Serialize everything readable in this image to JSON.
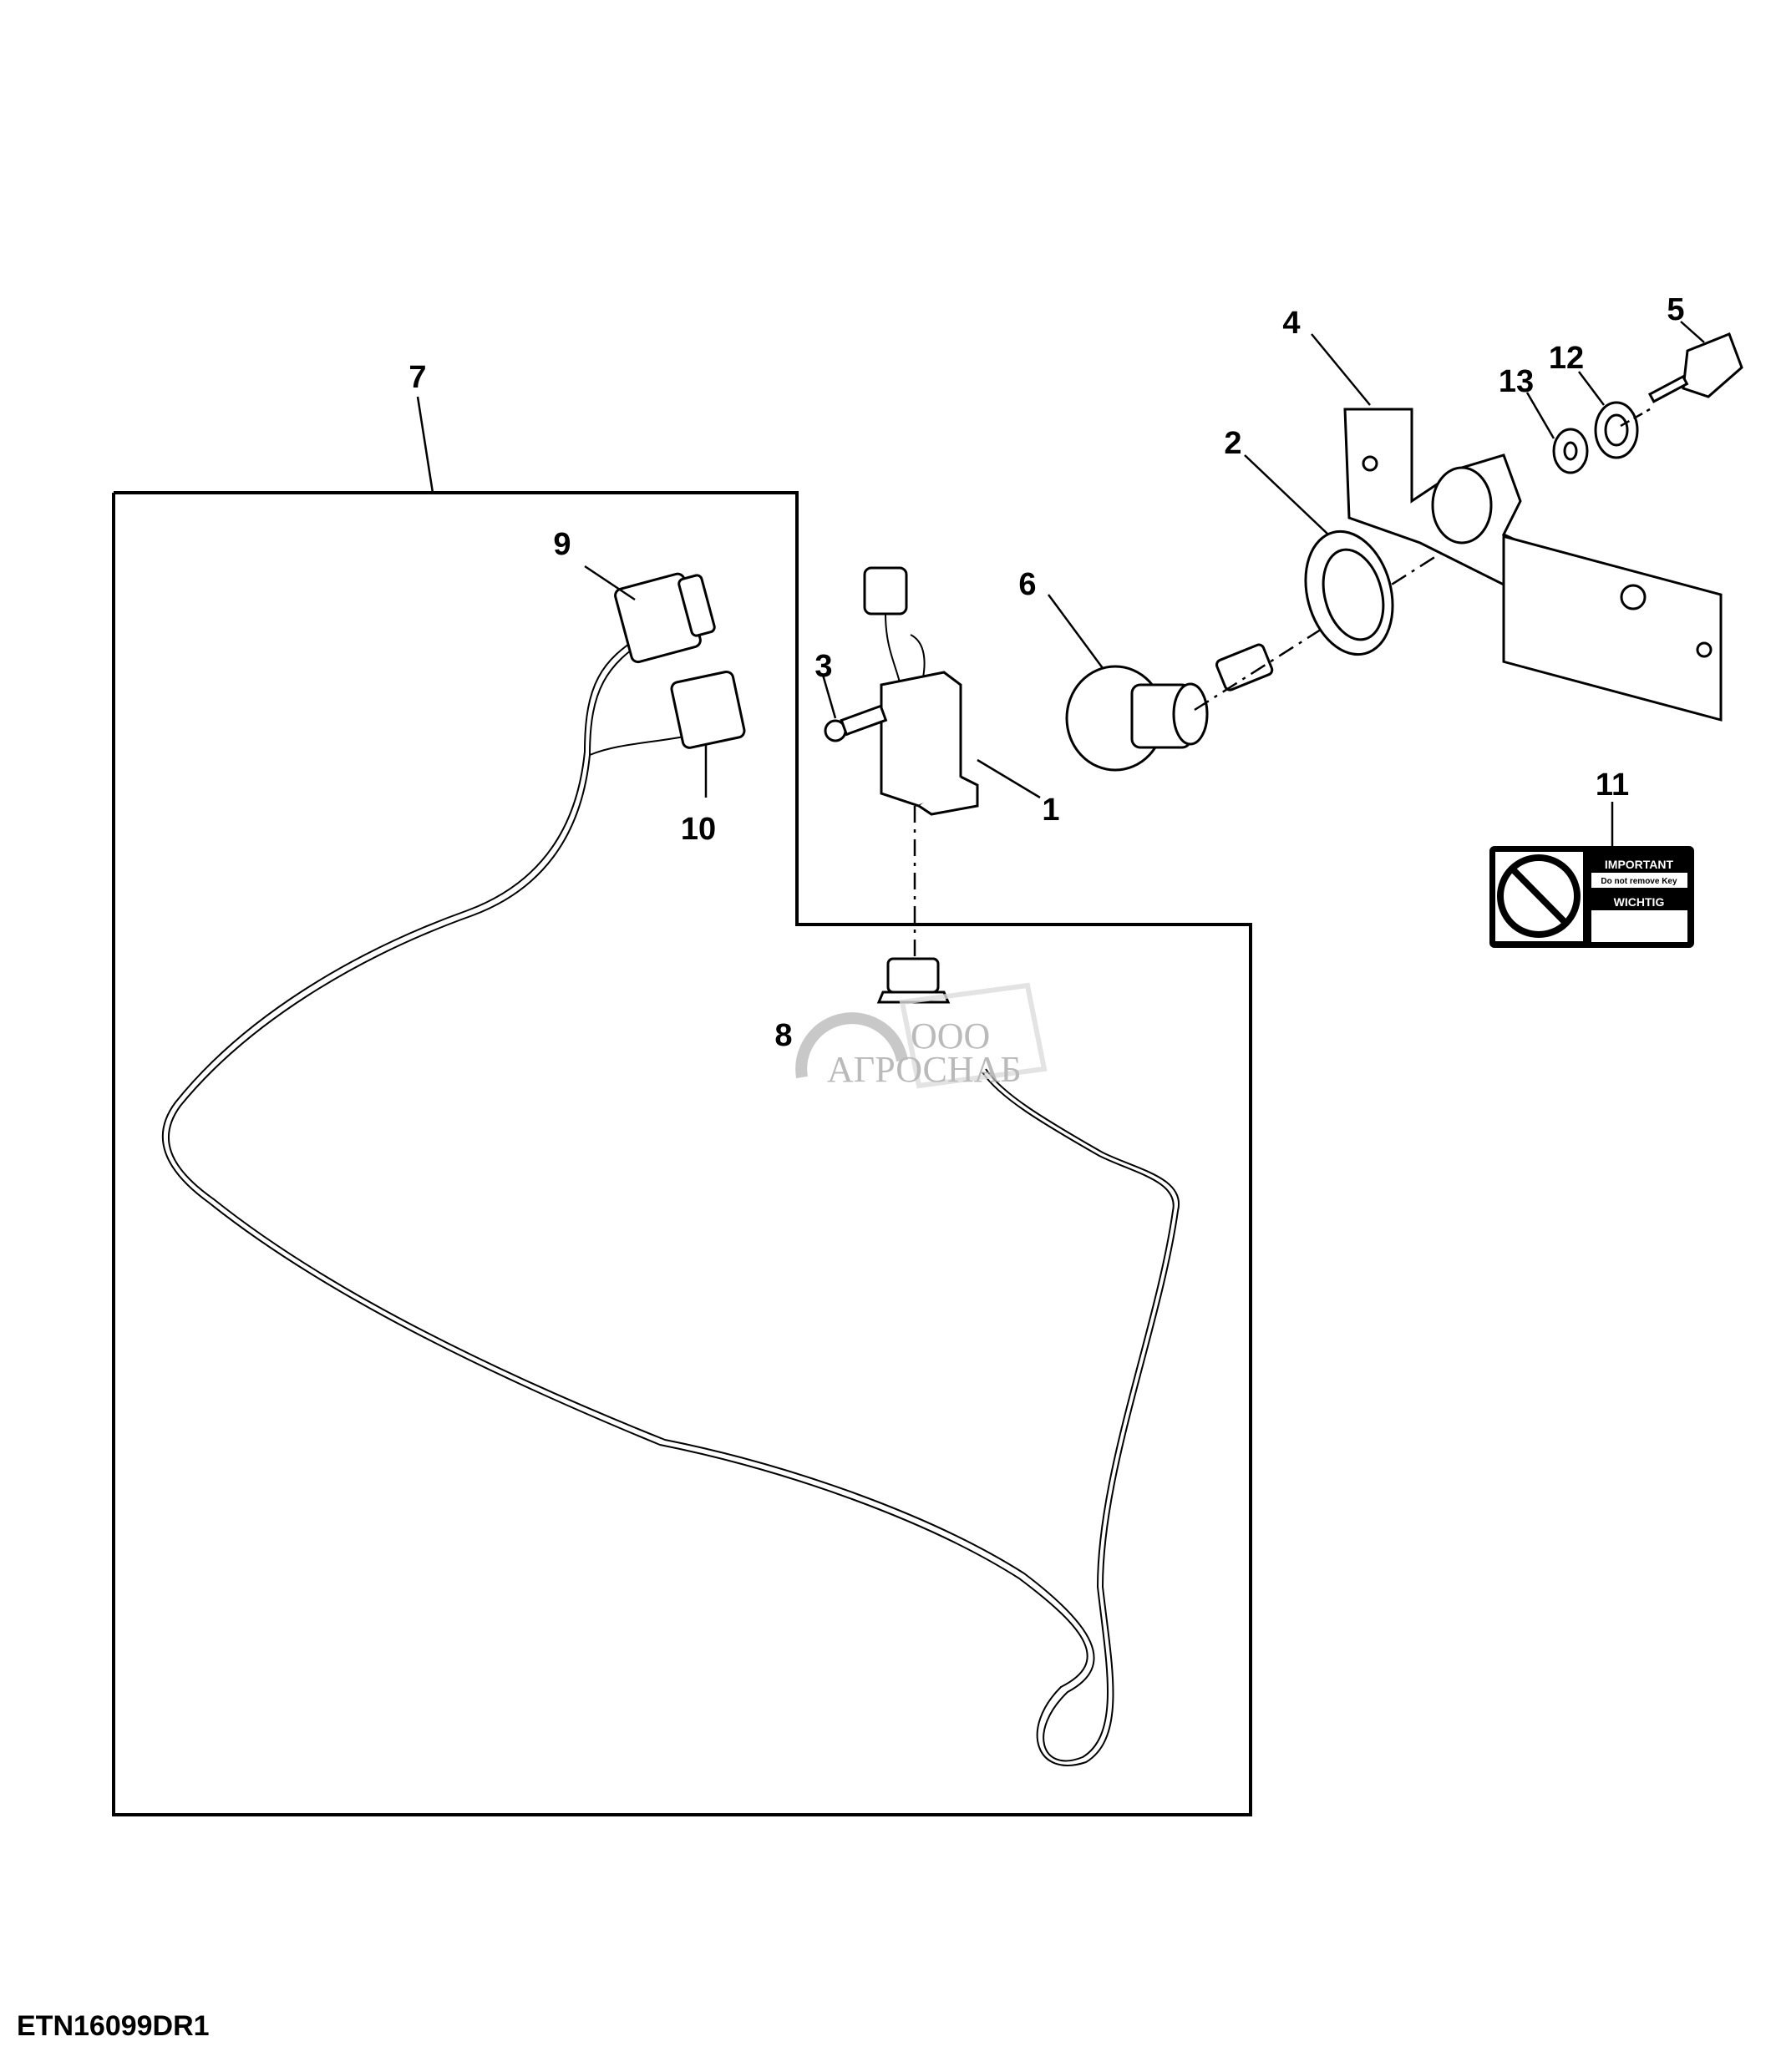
{
  "diagram": {
    "code": "ETN16099DR1",
    "callouts": [
      "1",
      "2",
      "3",
      "4",
      "5",
      "6",
      "7",
      "8",
      "9",
      "10",
      "11",
      "12",
      "13"
    ],
    "decal": {
      "heading_en": "IMPORTANT",
      "line_en": "Do not remove Key",
      "heading_de": "WICHTIG"
    },
    "watermark": {
      "prefix": "ООО",
      "name": "АГРОСНАБ"
    }
  }
}
